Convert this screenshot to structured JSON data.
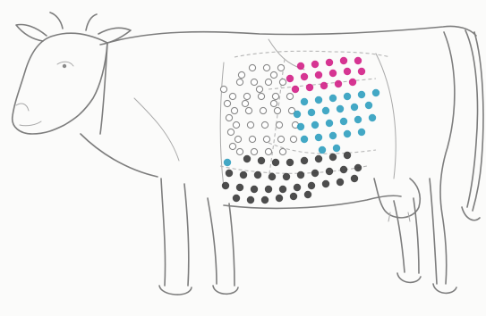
{
  "figure": {
    "subject": "cow-body-map",
    "zone_colors": {
      "upper_back": "#d21f86",
      "mid_flank": "#2f9fbf",
      "lower_abdomen": "#3a3a3a",
      "chest_open": "#8a8a8a"
    },
    "dot_zones": [
      {
        "id": "chest-open",
        "color_key": "chest_open",
        "style": "hollow",
        "count": 41
      },
      {
        "id": "upper-back",
        "color_key": "upper_back",
        "style": "filled",
        "count": 16
      },
      {
        "id": "mid-flank",
        "color_key": "mid_flank",
        "style": "filled",
        "count": 27
      },
      {
        "id": "lower-abdomen",
        "color_key": "lower_abdomen",
        "style": "filled",
        "count": 34
      }
    ]
  }
}
